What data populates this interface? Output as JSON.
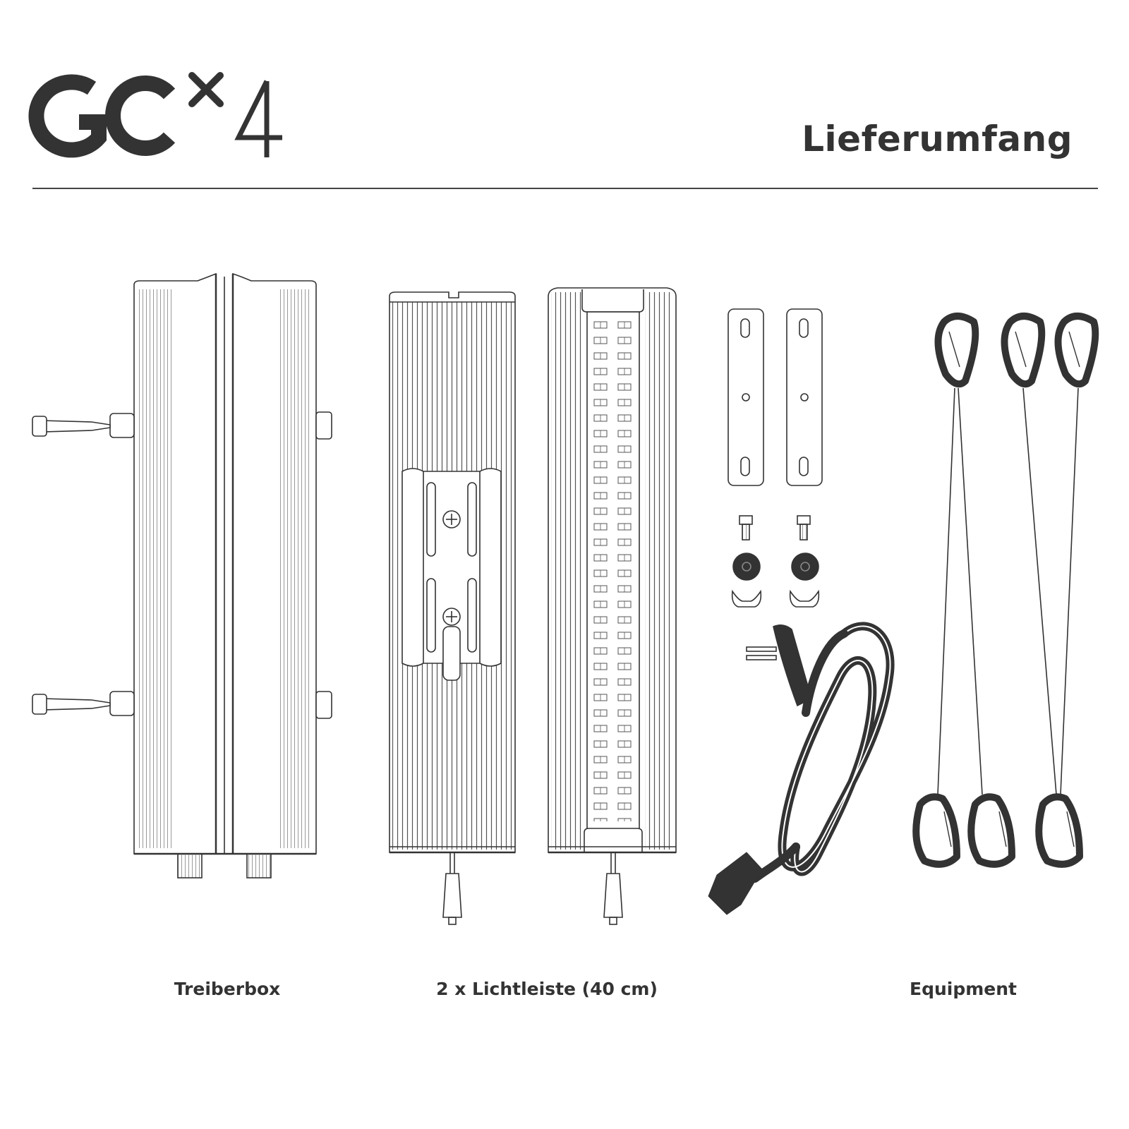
{
  "logo": {
    "text": "GC",
    "superscript": "x",
    "number": "4"
  },
  "header": {
    "title": "Lieferumfang"
  },
  "colors": {
    "ink": "#333333",
    "line": "#444444",
    "dark_part": "#333333"
  },
  "items": [
    {
      "label": "Treiberbox"
    },
    {
      "label": "2 x Lichtleiste (40 cm)"
    },
    {
      "label": "Equipment"
    }
  ]
}
